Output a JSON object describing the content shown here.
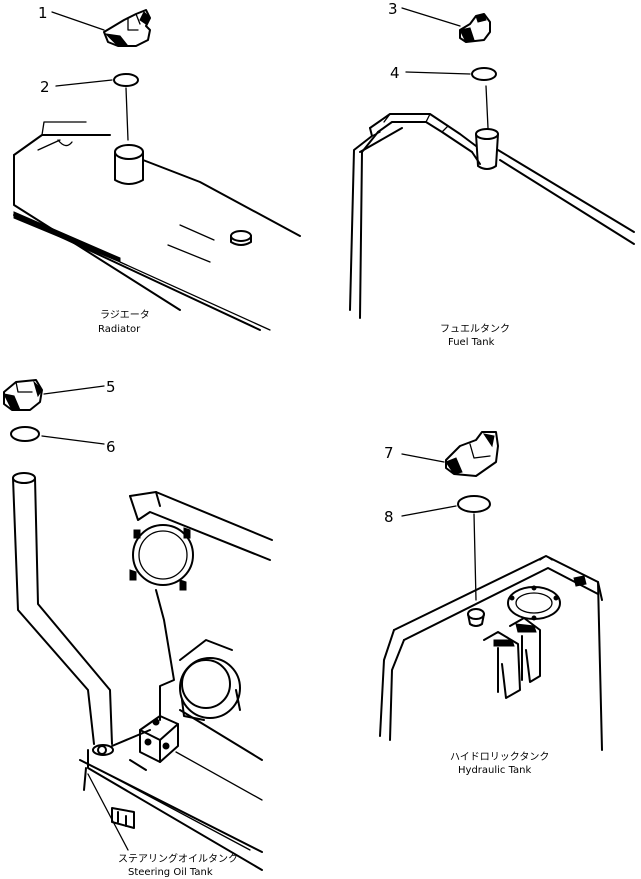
{
  "callouts": {
    "c1": "1",
    "c2": "2",
    "c3": "3",
    "c4": "4",
    "c5": "5",
    "c6": "6",
    "c7": "7",
    "c8": "8"
  },
  "captions": {
    "radiator_jp": "ラジエータ",
    "radiator_en": "Radiator",
    "fuel_jp": "フュエルタンク",
    "fuel_en": "Fuel Tank",
    "steering_jp": "ステアリングオイルタンク",
    "steering_en": "Steering Oil Tank",
    "hydraulic_jp": "ハイドロリックタンク",
    "hydraulic_en": "Hydraulic Tank"
  }
}
